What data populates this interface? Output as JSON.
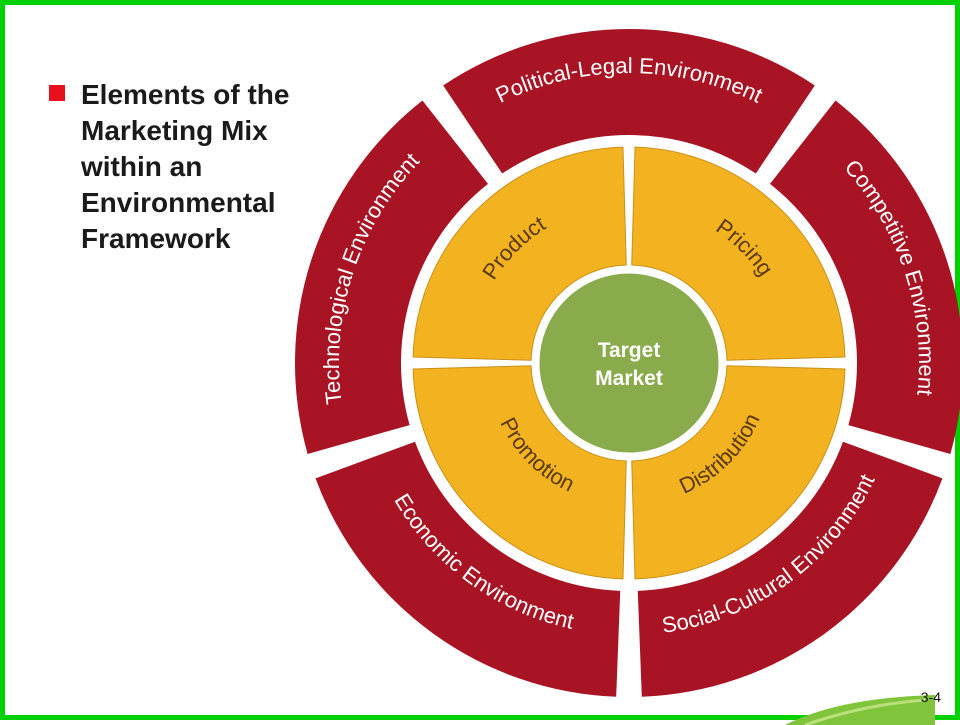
{
  "slide": {
    "bullet_text": "Elements of the Marketing Mix within an Environmental Framework",
    "slide_number": "3-4"
  },
  "diagram": {
    "center": {
      "line1": "Target",
      "line2": "Market",
      "color": "#8aab4b"
    },
    "inner_ring": [
      "Product",
      "Pricing",
      "Distribution",
      "Promotion"
    ],
    "outer_ring": [
      "Political-Legal Environment",
      "Competitive Environment",
      "Social-Cultural Environment",
      "Economic Environment",
      "Technological Environment"
    ],
    "colors": {
      "outer": "#a81424",
      "inner": "#f3b21f",
      "border": "#00d000",
      "bullet": "#e8101a"
    }
  }
}
